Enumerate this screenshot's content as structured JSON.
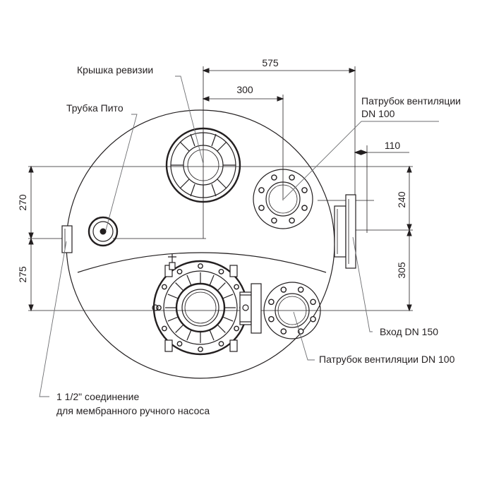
{
  "labels": {
    "inspection_cover": "Крышка ревизии",
    "pitot_tube": "Трубка Пито",
    "vent_top_line1": "Патрубок вентиляции",
    "vent_top_line2": "DN 100",
    "inlet": "Вход DN 150",
    "vent_bottom": "Патрубок вентиляции DN 100",
    "connection_line1": "1 1/2\" соединение",
    "connection_line2": "для мембранного ручного насоса"
  },
  "dimensions": {
    "d575": "575",
    "d300": "300",
    "d110": "110",
    "d270": "270",
    "d275": "275",
    "d240": "240",
    "d305": "305"
  }
}
